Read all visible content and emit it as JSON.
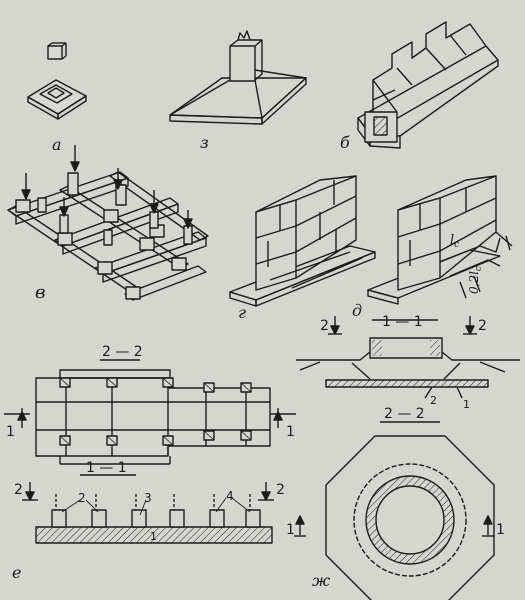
{
  "figure_letters": {
    "a": "а",
    "z": "з",
    "b": "б",
    "v": "в",
    "g": "г",
    "d": "д",
    "e": "е",
    "zh": "ж"
  },
  "dims": {
    "lc": "l",
    "lc_sub": "c",
    "lc2": "0,2l",
    "lc2_sub": "c"
  },
  "section_labels": {
    "s11_d": "1 — 1",
    "s22_e": "2 — 2",
    "s11_e": "1 — 1",
    "s22_zh": "2 — 2"
  },
  "cut_marks": {
    "two": "2",
    "one": "1"
  },
  "callouts": {
    "c1": "1",
    "c2": "2",
    "c3": "3",
    "c4": "4"
  },
  "colors": {
    "ink": "#1c1c1c",
    "paper": "#d6d6d0"
  }
}
